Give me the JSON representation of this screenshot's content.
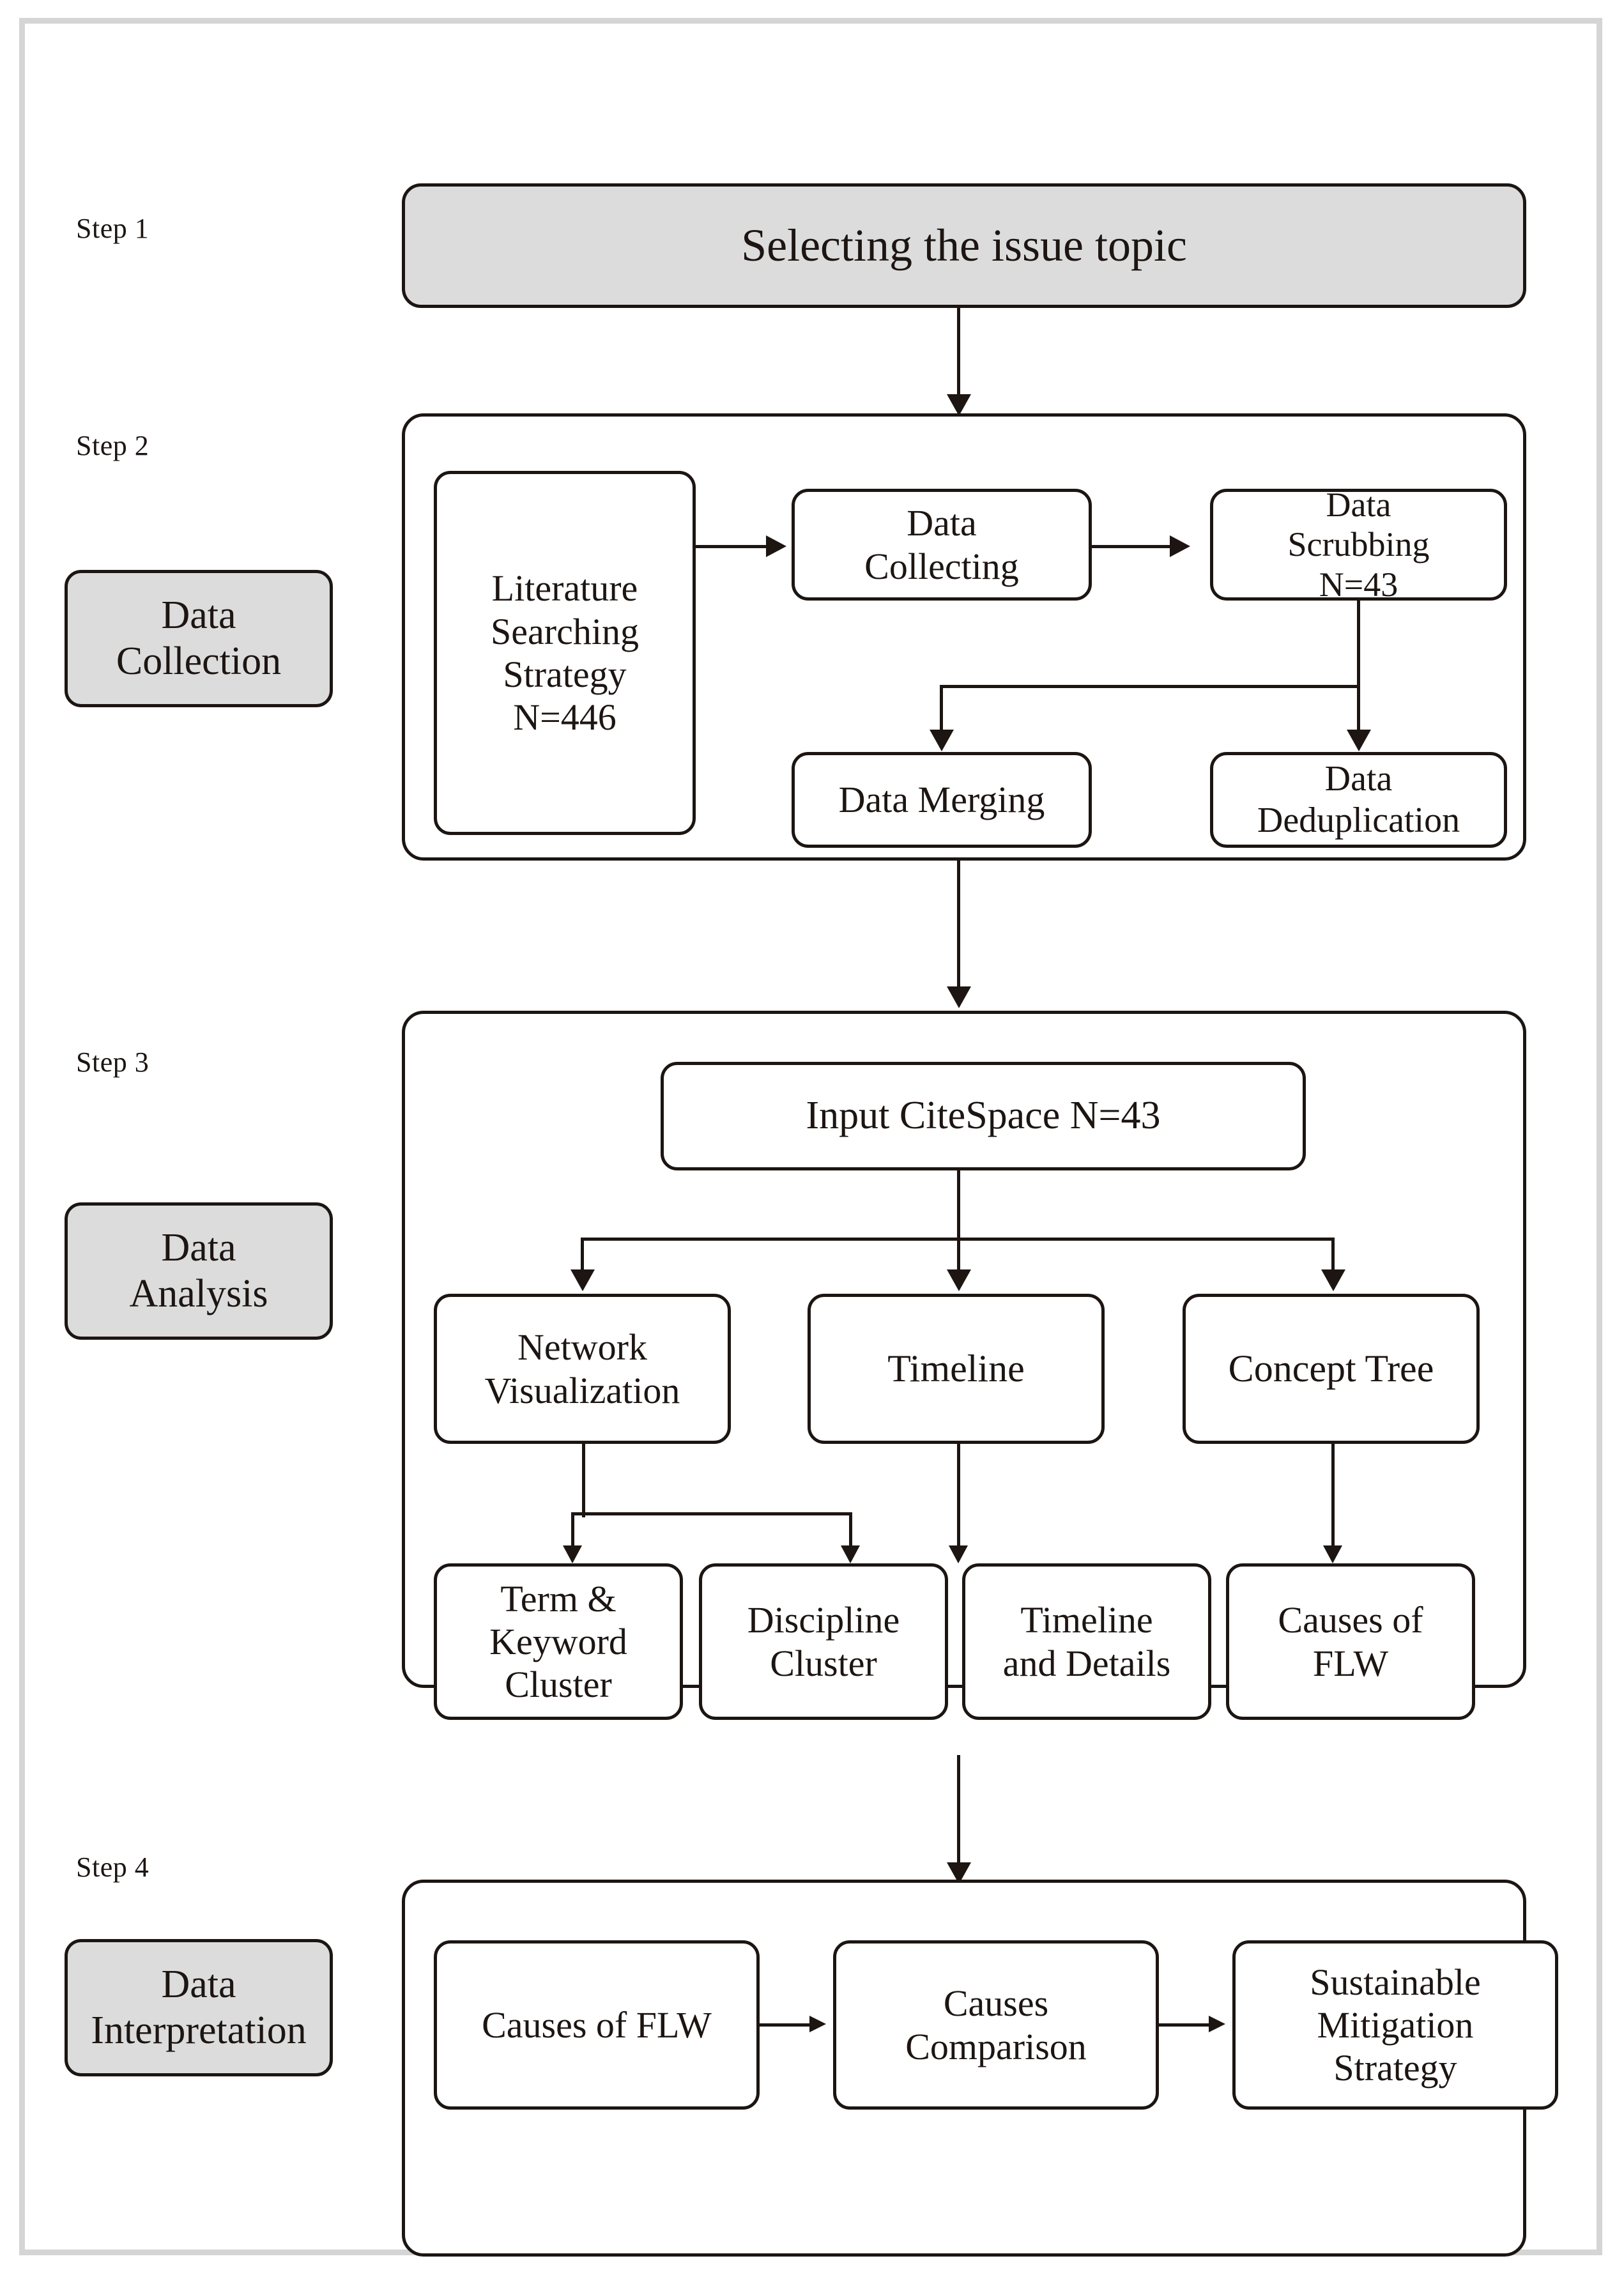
{
  "figure": {
    "title": "Research methodology flowchart",
    "colors": {
      "ink": "#1c1512",
      "fill_gray": "#dcdcdc",
      "frame_gray": "#d5d5d5",
      "background": "#ffffff"
    }
  },
  "steps": [
    {
      "id": "step1",
      "label": "Step 1",
      "phase_label": null,
      "nodes": [
        {
          "id": "selecting-the-issue-topic",
          "text": "Selecting the issue topic",
          "filled": true
        }
      ]
    },
    {
      "id": "step2",
      "label": "Step 2",
      "phase_label": "Data\nCollection",
      "phase_label_line1": "Data",
      "phase_label_line2": "Collection",
      "nodes": [
        {
          "id": "literature-searching-strategy",
          "lines": [
            "Literature",
            "Searching",
            "Strategy",
            "N=446"
          ]
        },
        {
          "id": "data-collecting",
          "lines": [
            "Data",
            "Collecting"
          ]
        },
        {
          "id": "data-scrubbing",
          "lines": [
            "Data",
            "Scrubbing",
            "N=43"
          ]
        },
        {
          "id": "data-merging",
          "lines": [
            "Data Merging"
          ]
        },
        {
          "id": "data-deduplication",
          "lines": [
            "Data",
            "Deduplication"
          ]
        }
      ]
    },
    {
      "id": "step3",
      "label": "Step 3",
      "phase_label_line1": "Data",
      "phase_label_line2": "Analysis",
      "nodes": [
        {
          "id": "input-citespace",
          "lines": [
            "Input CiteSpace N=43"
          ]
        },
        {
          "id": "network-visualization",
          "lines": [
            "Network",
            "Visualization"
          ]
        },
        {
          "id": "timeline",
          "lines": [
            "Timeline"
          ]
        },
        {
          "id": "concept-tree",
          "lines": [
            "Concept Tree"
          ]
        },
        {
          "id": "term-keyword-cluster",
          "lines": [
            "Term &",
            "Keyword",
            "Cluster"
          ]
        },
        {
          "id": "discipline-cluster",
          "lines": [
            "Discipline",
            "Cluster"
          ]
        },
        {
          "id": "timeline-and-details",
          "lines": [
            "Timeline",
            "and Details"
          ]
        },
        {
          "id": "causes-of-flw-analysis",
          "lines": [
            "Causes of",
            "FLW"
          ]
        }
      ]
    },
    {
      "id": "step4",
      "label": "Step 4",
      "phase_label_line1": "Data",
      "phase_label_line2": "Interpretation",
      "nodes": [
        {
          "id": "causes-of-flw",
          "lines": [
            "Causes of FLW"
          ]
        },
        {
          "id": "causes-comparison",
          "lines": [
            "Causes",
            "Comparison"
          ]
        },
        {
          "id": "sustainable-mitigation-strategy",
          "lines": [
            "Sustainable",
            "Mitigation",
            "Strategy"
          ]
        }
      ]
    }
  ],
  "labels": {
    "step1": "Step 1",
    "step2": "Step 2",
    "step3": "Step 3",
    "step4": "Step 4",
    "data_collection_l1": "Data",
    "data_collection_l2": "Collection",
    "data_analysis_l1": "Data",
    "data_analysis_l2": "Analysis",
    "data_interpretation_l1": "Data",
    "data_interpretation_l2": "Interpretation",
    "selecting_the_issue_topic": "Selecting the issue topic",
    "literature_l1": "Literature",
    "literature_l2": "Searching",
    "literature_l3": "Strategy",
    "literature_l4": "N=446",
    "data_collecting_l1": "Data",
    "data_collecting_l2": "Collecting",
    "data_scrubbing_l1": "Data",
    "data_scrubbing_l2": "Scrubbing",
    "data_scrubbing_l3": "N=43",
    "data_merging": "Data Merging",
    "data_deduplication_l1": "Data",
    "data_deduplication_l2": "Deduplication",
    "input_citespace": "Input CiteSpace N=43",
    "network_visualization_l1": "Network",
    "network_visualization_l2": "Visualization",
    "timeline": "Timeline",
    "concept_tree": "Concept Tree",
    "term_keyword_l1": "Term &",
    "term_keyword_l2": "Keyword",
    "term_keyword_l3": "Cluster",
    "discipline_cluster_l1": "Discipline",
    "discipline_cluster_l2": "Cluster",
    "timeline_details_l1": "Timeline",
    "timeline_details_l2": "and Details",
    "causes_of_flw_l1": "Causes of",
    "causes_of_flw_l2": "FLW",
    "causes_of_flw_step4": "Causes of FLW",
    "causes_comparison_l1": "Causes",
    "causes_comparison_l2": "Comparison",
    "sustainable_l1": "Sustainable",
    "sustainable_l2": "Mitigation",
    "sustainable_l3": "Strategy"
  }
}
